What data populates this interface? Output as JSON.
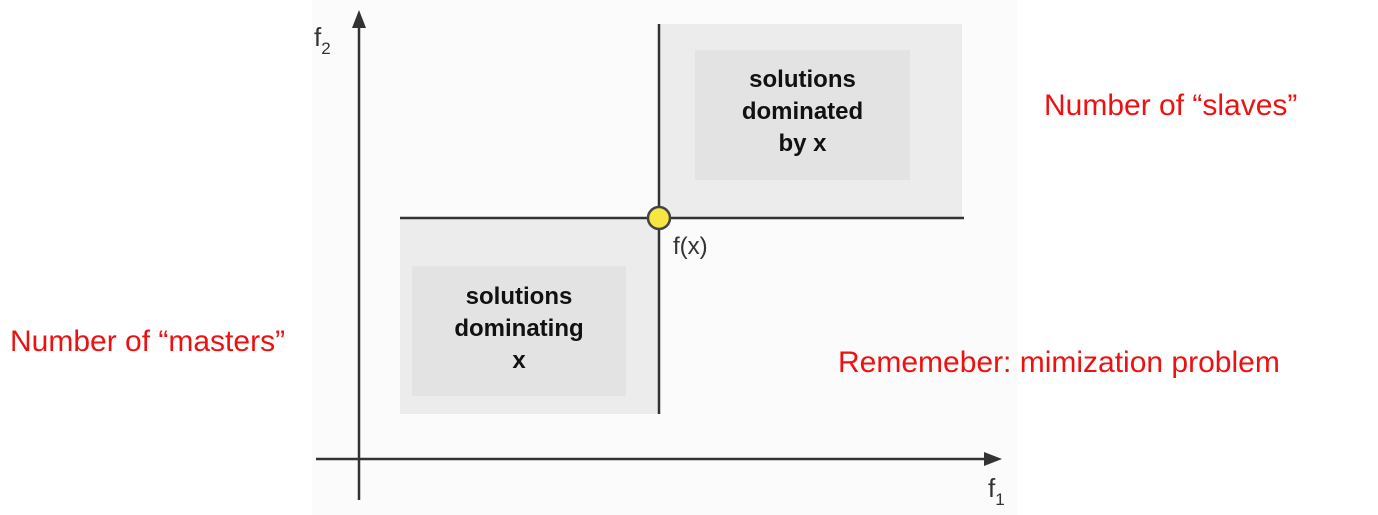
{
  "diagram": {
    "regions": {
      "dominated": {
        "label_lines": [
          "solutions",
          "dominated",
          "by x"
        ]
      },
      "dominating": {
        "label_lines": [
          "solutions",
          "dominating",
          "x"
        ]
      }
    },
    "point": {
      "label": "f(x)",
      "color": "#f5e642"
    },
    "axes": {
      "x": {
        "base": "f",
        "subscript": "1"
      },
      "y": {
        "base": "f",
        "subscript": "2"
      }
    }
  },
  "annotations": {
    "slaves": "Number of “slaves”",
    "masters": "Number of “masters”",
    "remember": "Rememeber: mimization problem"
  },
  "colors": {
    "annotation_text": "#ee1111",
    "region_fill": "#ececec",
    "line": "#333333"
  }
}
